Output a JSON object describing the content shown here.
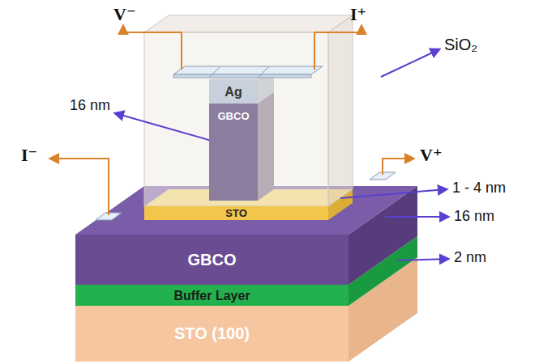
{
  "diagram": {
    "nodes": [
      {
        "text": [
          "Ag"
        ]
      },
      {
        "text": [
          "GBCO"
        ]
      },
      {
        "text": [
          "STO"
        ]
      },
      {
        "text": [
          "GBCO"
        ]
      },
      {
        "text": [
          "Buffer Layer"
        ]
      },
      {
        "text": [
          "STO (100)"
        ]
      }
    ],
    "labels": [
      "V⁻",
      "I⁺",
      "SiO₂",
      "16 nm",
      "V⁺",
      "1 - 4 nm",
      "16 nm",
      "2 nm",
      "I⁻"
    ]
  }
}
